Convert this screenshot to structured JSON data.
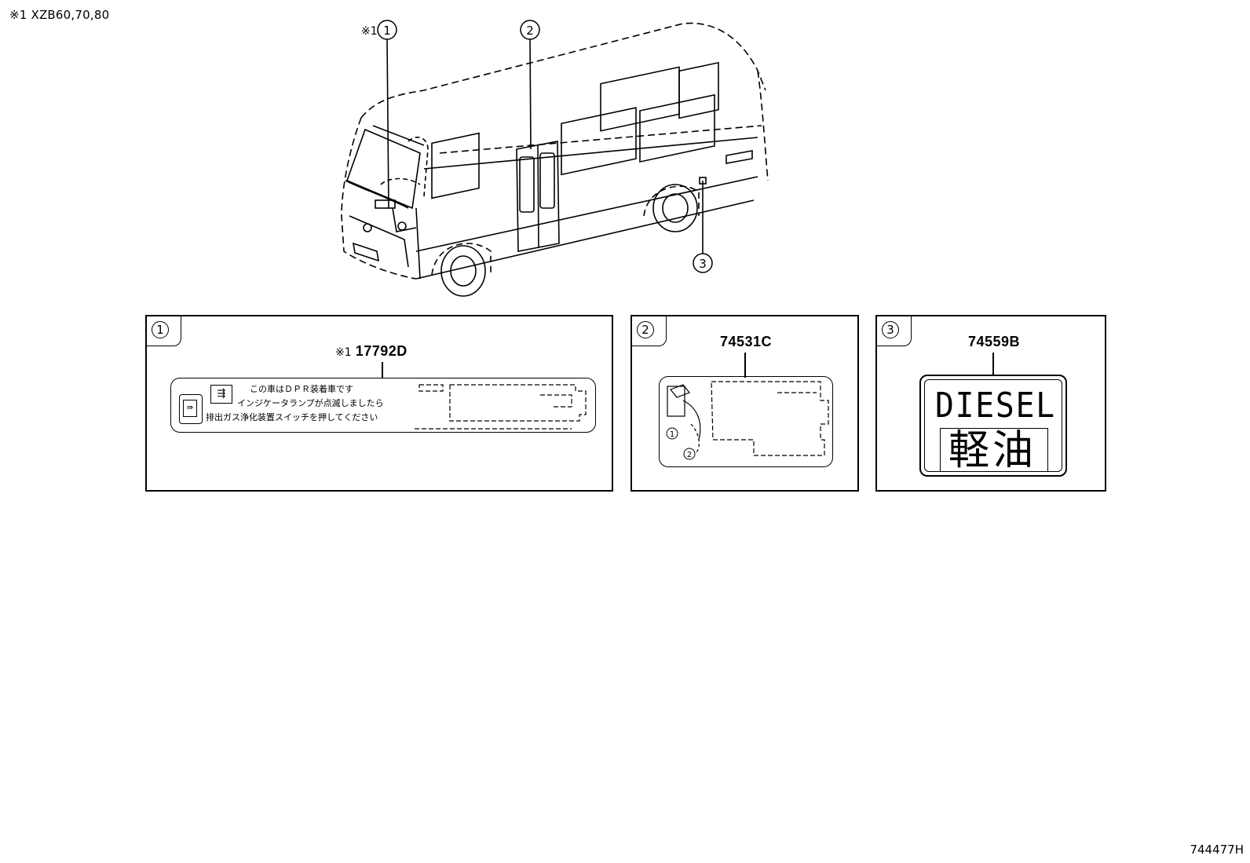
{
  "footnote": "※1 XZB60,70,80",
  "diagram_id": "744477H",
  "callouts": [
    {
      "number": "1",
      "note": "※1"
    },
    {
      "number": "2"
    },
    {
      "number": "3"
    }
  ],
  "panels": [
    {
      "number": "1",
      "note": "※1",
      "part_no": "17792D",
      "decal_lines": [
        "この車はＤＰＲ装着車です",
        "インジケータランプが点滅しましたら",
        "排出ガス浄化装置スイッチを押してください"
      ]
    },
    {
      "number": "2",
      "part_no": "74531C",
      "inner_callouts": [
        "1",
        "2"
      ]
    },
    {
      "number": "3",
      "part_no": "74559B",
      "label_en": "DIESEL",
      "label_jp": "軽油"
    }
  ],
  "colors": {
    "line": "#000000",
    "background": "#ffffff"
  }
}
